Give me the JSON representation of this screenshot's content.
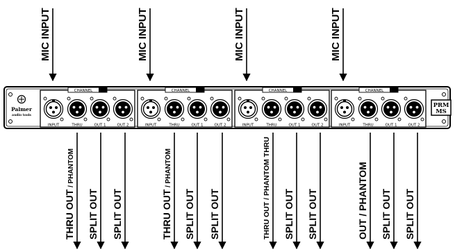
{
  "brand": {
    "name": "Palmer",
    "sub": "audio tools"
  },
  "model": {
    "line1": "PRM",
    "line2": "MS"
  },
  "channel_label": "CHANNEL",
  "input_labels": [
    "MIC INPUT",
    "MIC INPUT",
    "MIC INPUT",
    "MIC INPUT"
  ],
  "jack_labels": [
    "INPUT",
    "THRU",
    "OUT 1",
    "OUT 2"
  ],
  "output_labels": [
    {
      "main": "THRU OUT",
      "suffix": " / PHANTOM"
    },
    {
      "main": "SPLIT OUT",
      "suffix": ""
    },
    {
      "main": "SPLIT OUT",
      "suffix": ""
    },
    {
      "main": "THRU OUT",
      "suffix": " / PHANTOM"
    },
    {
      "main": "SPLIT OUT",
      "suffix": ""
    },
    {
      "main": "SPLIT OUT",
      "suffix": ""
    },
    {
      "main": "THRU OUT / PHANTOM THRU",
      "suffix": ""
    },
    {
      "main": "SPLIT OUT",
      "suffix": ""
    },
    {
      "main": "SPLIT OUT",
      "suffix": ""
    },
    {
      "main": "OUT / PHANTOM",
      "suffix": ""
    },
    {
      "main": "SPLIT OUT",
      "suffix": ""
    },
    {
      "main": "SPLIT OUT",
      "suffix": ""
    }
  ]
}
